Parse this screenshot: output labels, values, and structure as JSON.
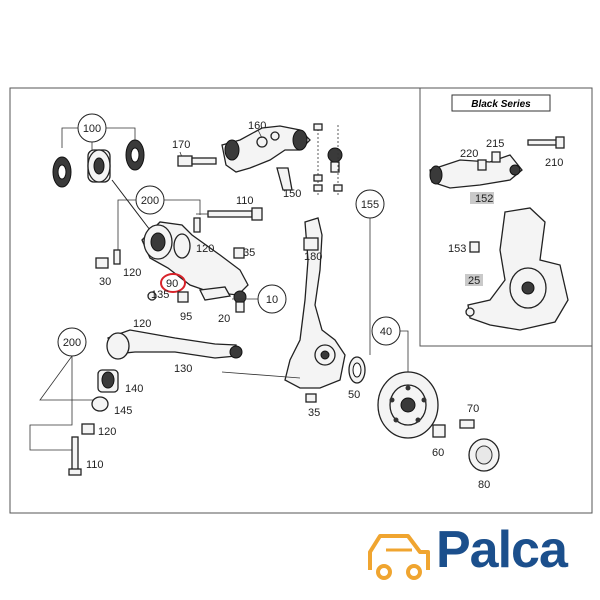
{
  "panel": {
    "title": "Black Series"
  },
  "callouts": {
    "c100": "100",
    "c200a": "200",
    "c200b": "200",
    "c155": "155",
    "c10": "10",
    "c40": "40",
    "c90": "90"
  },
  "labels": {
    "l170": "170",
    "l160": "160",
    "l150": "150",
    "l110a": "110",
    "l120a": "120",
    "l120b": "120",
    "l30": "30",
    "l35a": "35",
    "l135": "135",
    "l95": "95",
    "l20": "20",
    "l120c": "120",
    "l180": "180",
    "l130": "130",
    "l140": "140",
    "l145": "145",
    "l120d": "120",
    "l110b": "110",
    "l35b": "35",
    "l50": "50",
    "l70": "70",
    "l60": "60",
    "l80": "80",
    "l215": "215",
    "l220": "220",
    "l210": "210",
    "l152": "152",
    "l153": "153",
    "l25": "25"
  },
  "logo": {
    "text": "Palca",
    "icon": "car-icon"
  },
  "colors": {
    "accent": "#d8232a",
    "logo_blue": "#1b4f8c",
    "logo_orange": "#f0a530"
  }
}
